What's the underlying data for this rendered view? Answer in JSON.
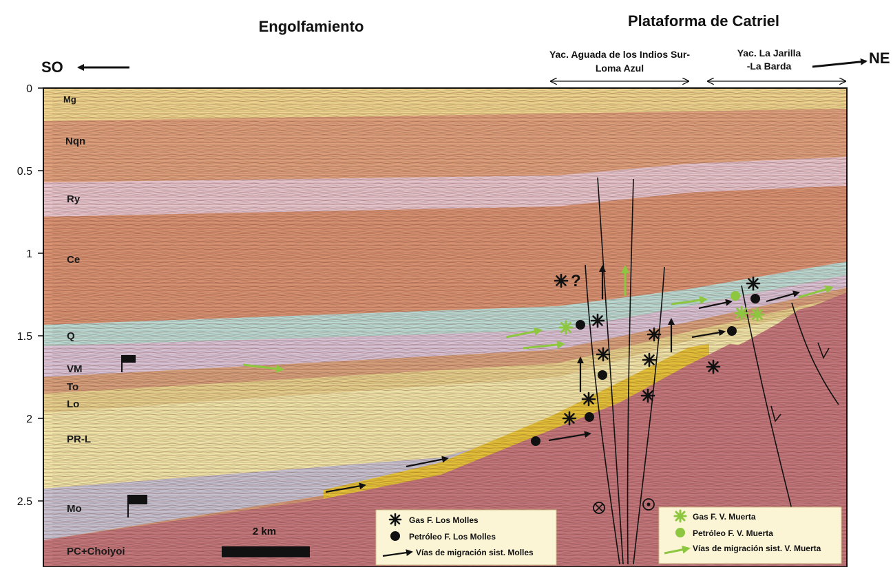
{
  "header": {
    "left_title": "Engolfamiento",
    "right_title": "Plataforma de Catriel",
    "left_direction": "SO",
    "right_direction": "NE",
    "field1_line1": "Yac. Aguada de los Indios Sur-",
    "field1_line2": "Loma Azul",
    "field2_line1": "Yac. La Jarilla",
    "field2_line2": "-La Barda"
  },
  "axis": {
    "ticks": [
      "0",
      "0.5",
      "1",
      "1.5",
      "2",
      "2.5"
    ]
  },
  "layers": {
    "mg": "Mg",
    "nqn": "Nqn",
    "ry": "Ry",
    "ce": "Ce",
    "q": "Q",
    "vm": "VM",
    "to": "To",
    "lo": "Lo",
    "prl": "PR-L",
    "mo": "Mo",
    "pc": "PC+Choiyoi"
  },
  "scale": {
    "label": "2 km"
  },
  "annotations": {
    "question": "?"
  },
  "legend_molles": {
    "gas": "Gas  F. Los Molles",
    "oil": "Petróleo F. Los Molles",
    "migration": "Vías de migración sist. Molles"
  },
  "legend_vmuerta": {
    "gas": "Gas  F. V. Muerta",
    "oil": "Petróleo F. V. Muerta",
    "migration": "Vías de migración sist. V. Muerta"
  },
  "colors": {
    "molles_symbol": "#111111",
    "vmuerta_symbol": "#8dc63f",
    "basement": "#c8787c"
  }
}
